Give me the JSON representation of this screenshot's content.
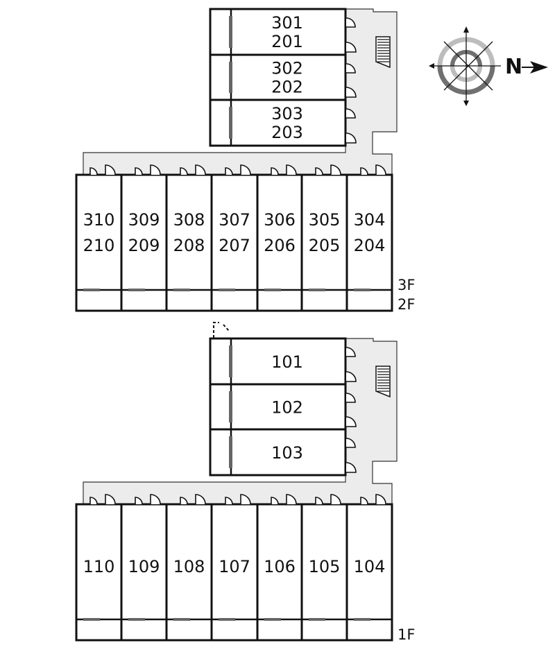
{
  "upper_plan": {
    "wing_units": [
      [
        "301",
        "201"
      ],
      [
        "302",
        "202"
      ],
      [
        "303",
        "203"
      ]
    ],
    "row_units": [
      [
        "310",
        "210"
      ],
      [
        "309",
        "209"
      ],
      [
        "308",
        "208"
      ],
      [
        "307",
        "207"
      ],
      [
        "306",
        "206"
      ],
      [
        "305",
        "205"
      ],
      [
        "304",
        "204"
      ]
    ],
    "floor_labels": [
      "3F",
      "2F"
    ]
  },
  "lower_plan": {
    "wing_units": [
      [
        "101"
      ],
      [
        "102"
      ],
      [
        "103"
      ]
    ],
    "row_units": [
      [
        "110"
      ],
      [
        "109"
      ],
      [
        "108"
      ],
      [
        "107"
      ],
      [
        "106"
      ],
      [
        "105"
      ],
      [
        "104"
      ]
    ],
    "floor_labels": [
      "1F"
    ]
  },
  "compass": {
    "north_label": "N",
    "icon": "compass-rose-icon"
  },
  "colors": {
    "wall": "#111111",
    "corridor": "#ececec",
    "ring_light": "#bdbdbd",
    "ring_dark": "#707070"
  }
}
